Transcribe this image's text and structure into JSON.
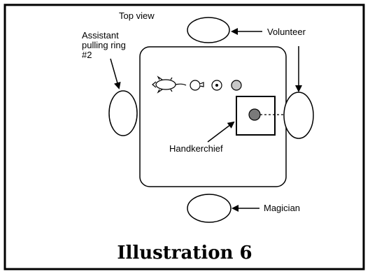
{
  "labels": {
    "top_view": "Top view",
    "volunteer": "Volunteer",
    "assistant_line1": "Assistant",
    "assistant_line2": "pulling ring",
    "assistant_line3": "#2",
    "handkerchief": "Handkerchief",
    "magician": "Magician"
  },
  "caption": "Illustration 6",
  "colors": {
    "stroke": "#000000",
    "gray_ball": "#c8c8c8",
    "dark_ball": "#7a7a7a"
  }
}
